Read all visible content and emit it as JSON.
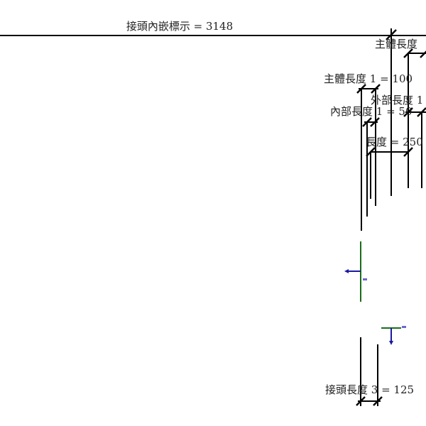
{
  "drawing": {
    "dimensions": {
      "connector_embed": "接頭內嵌標示 = 3148",
      "body_length": "主體長度",
      "body_length_1": "主體長度 1 = 100",
      "outer_length_1": "外部長度 1",
      "inner_length_1": "內部長度 1 = 50",
      "length": "長度 = 250",
      "connector_length_3": "接頭長度 3 = 125"
    },
    "colors": {
      "line": "#000000",
      "reference_plane": "#1a6e1a",
      "arrow": "#1a1aa0"
    }
  }
}
